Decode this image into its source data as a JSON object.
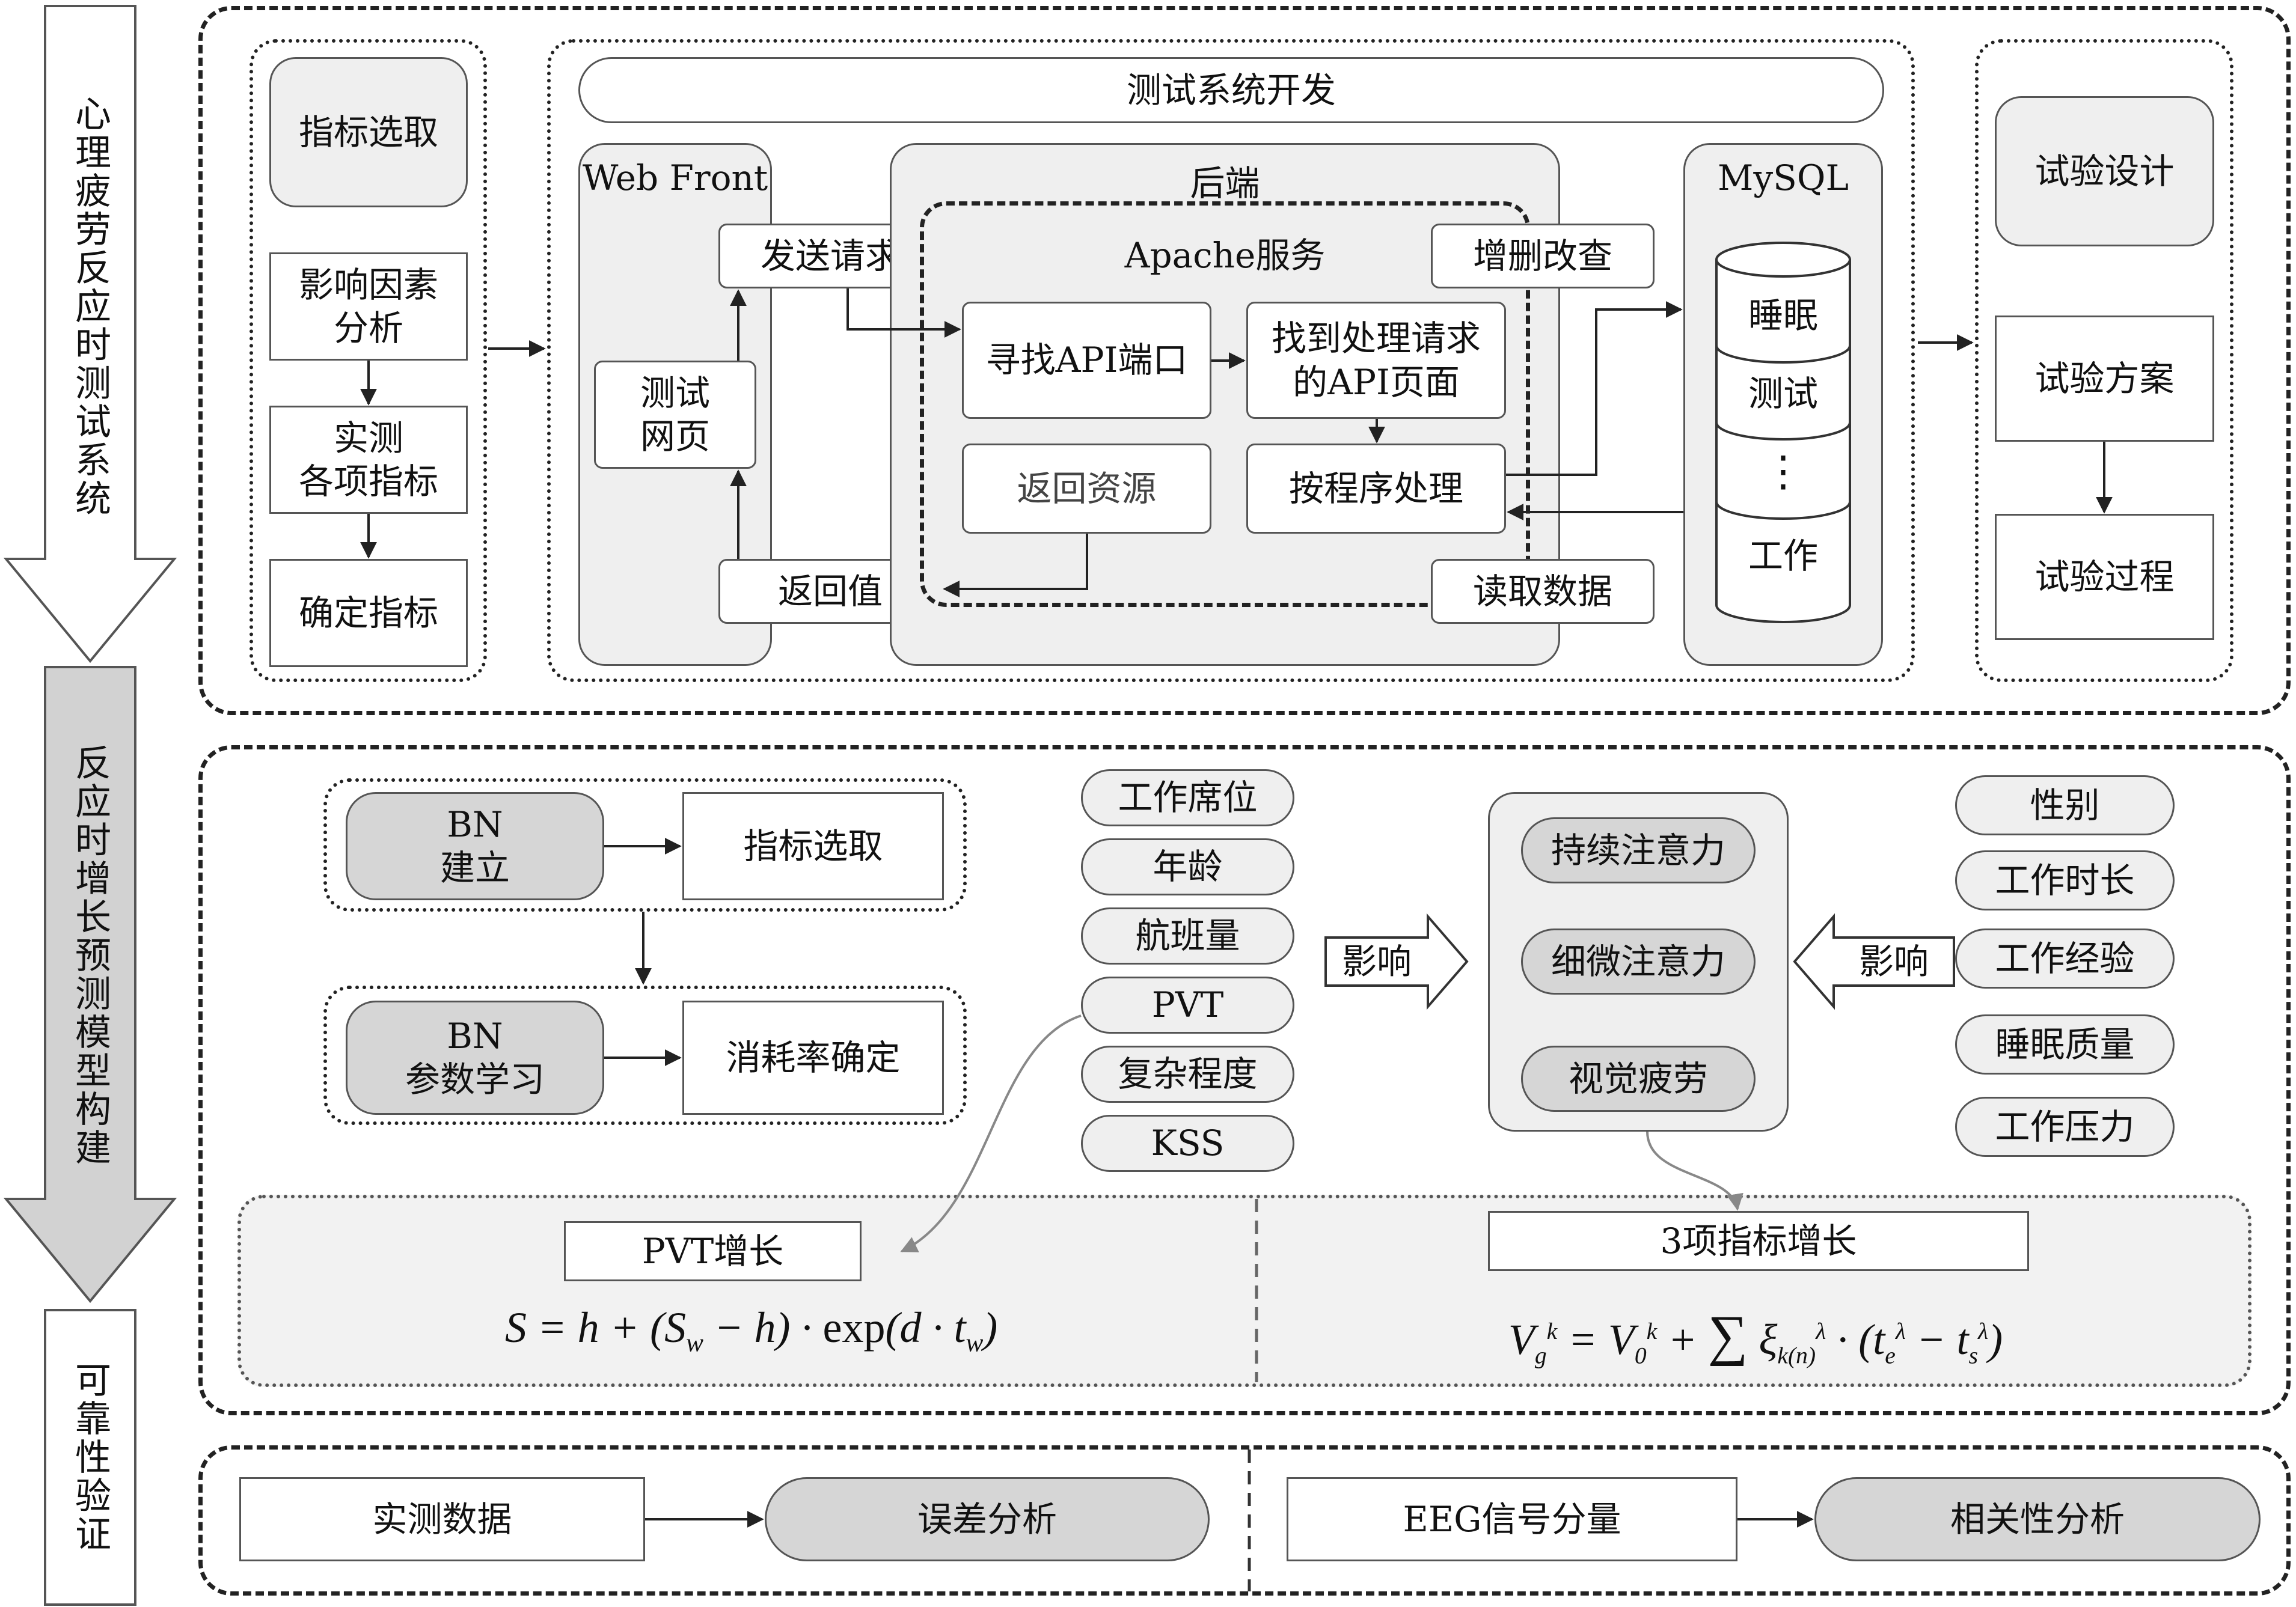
{
  "side_labels": {
    "stage1": "心理疲劳反应时测试系统",
    "stage2": "反应时增长预测模型构建",
    "stage3": "可靠性验证"
  },
  "section1": {
    "left_col": {
      "indicator_select": "指标选取",
      "factor_analysis": "影响因素\n分析",
      "measure_indicators": "实测\n各项指标",
      "determine_indicators": "确定指标"
    },
    "dev_title": "测试系统开发",
    "web_front": {
      "title": "Web Front",
      "send_request": "发送请求",
      "test_page": "测试\n网页",
      "return_value": "返回值"
    },
    "backend": {
      "title": "后端",
      "apache": "Apache服务",
      "find_api_port": "寻找API端口",
      "find_api_page": "找到处理请求\n的API页面",
      "return_resource": "返回资源",
      "process": "按程序处理",
      "crud": "增删改查",
      "read_data": "读取数据"
    },
    "mysql": {
      "title": "MySQL",
      "tables": [
        "睡眠",
        "测试",
        "⋮",
        "工作"
      ]
    },
    "right_col": {
      "experiment_design": "试验设计",
      "experiment_plan": "试验方案",
      "experiment_process": "试验过程"
    }
  },
  "section2": {
    "bn_build": "BN\n建立",
    "indicator_select": "指标选取",
    "bn_param": "BN\n参数学习",
    "consumption_rate": "消耗率确定",
    "factors_left": [
      "工作席位",
      "年龄",
      "航班量",
      "PVT",
      "复杂程度",
      "KSS"
    ],
    "influence_left": "影响",
    "center_items": [
      "持续注意力",
      "细微注意力",
      "视觉疲劳"
    ],
    "influence_right": "影响",
    "factors_right": [
      "性别",
      "工作时长",
      "工作经验",
      "睡眠质量",
      "工作压力"
    ],
    "pvt_growth": "PVT增长",
    "three_growth": "3项指标增长"
  },
  "section3": {
    "measured_data": "实测数据",
    "error_analysis": "误差分析",
    "eeg_component": "EEG信号分量",
    "correlation": "相关性分析"
  }
}
